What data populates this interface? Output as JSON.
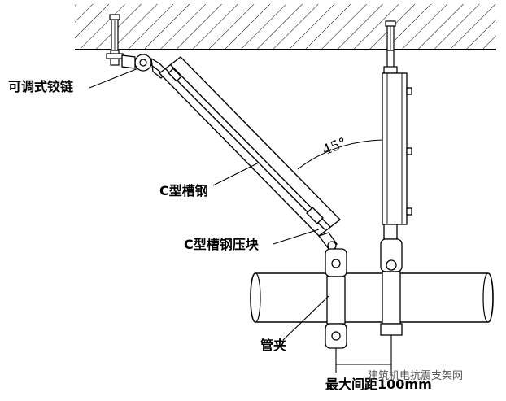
{
  "labels": {
    "hinge": "可调式铰链",
    "c_channel": "C型槽钢",
    "c_channel_clamp": "C型槽钢压块",
    "pipe_clamp": "管夹",
    "max_spacing": "最大间距100mm",
    "angle": "45°"
  },
  "watermark": "建筑机电抗震支架网",
  "colors": {
    "line": "#000000",
    "hatch": "#000000",
    "background": "#ffffff"
  }
}
